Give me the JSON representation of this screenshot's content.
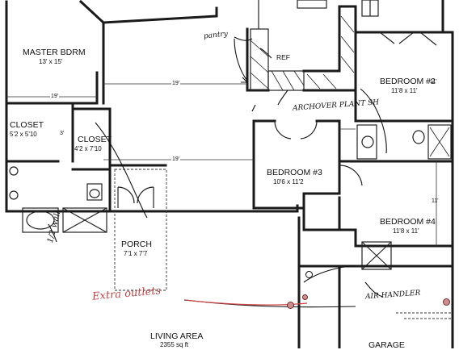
{
  "rooms": {
    "master_bedroom": {
      "name": "MASTER BDRM",
      "size": "13' x 15'"
    },
    "closet_left": {
      "name": "CLOSET",
      "size": "5'2 x 5'10"
    },
    "closet_right": {
      "name": "CLOSET",
      "size": "4'2 x 7'10"
    },
    "porch": {
      "name": "PORCH",
      "size": "7'1 x 7'7"
    },
    "bedroom3": {
      "name": "BEDROOM #3",
      "size": "10'6 x 11'2"
    },
    "bedroom2": {
      "name": "BEDROOM #2",
      "size": "11'8 x 11'"
    },
    "bedroom4": {
      "name": "BEDROOM #4",
      "size": "11'8 x 11'"
    },
    "living": {
      "name": "LIVING AREA",
      "size": "2355 sq ft"
    },
    "garage": {
      "name": "GARAGE"
    }
  },
  "dimensions": {
    "d1": "19'",
    "d2": "19'",
    "d3": "19'",
    "d4": "3'",
    "d5": "11'",
    "d6": "11'"
  },
  "annotations": {
    "pantry": "pantry",
    "ref": "REF",
    "arch_note": "ARCHOVER PLANT SH",
    "wall_note": "1/2 wall",
    "outlets_note": "Extra outlets",
    "air_handler": "AIR HANDLER"
  },
  "colors": {
    "ink": "#111111",
    "outlet": "#c89090"
  }
}
